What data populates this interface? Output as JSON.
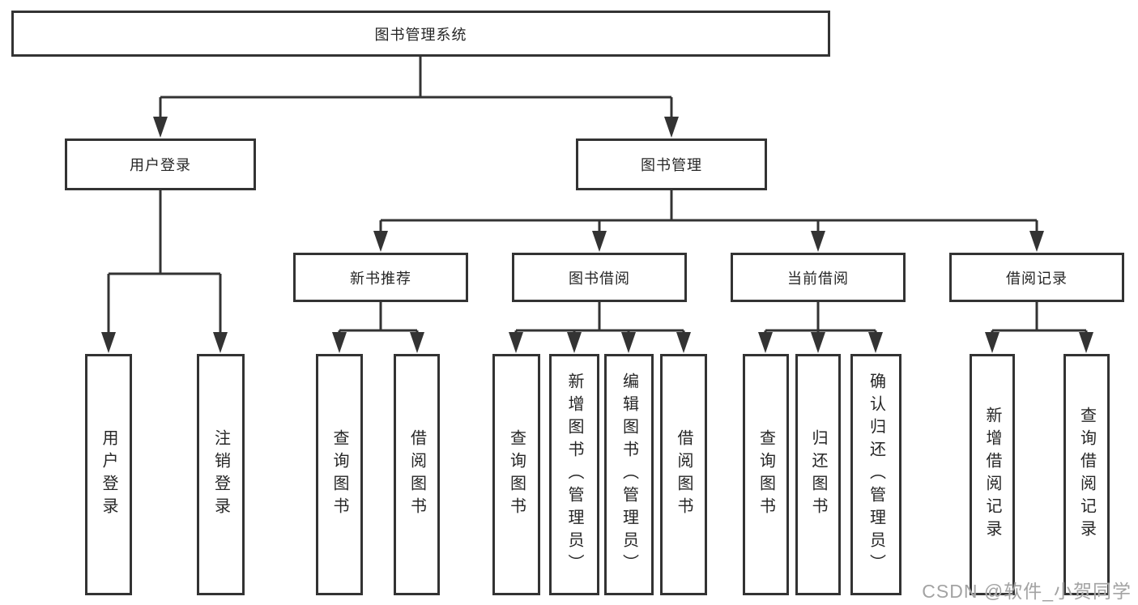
{
  "diagram": {
    "root": {
      "label": "图书管理系统"
    },
    "user_login": {
      "label": "用户登录",
      "children": [
        {
          "label": "用户登录"
        },
        {
          "label": "注销登录"
        }
      ]
    },
    "book_mgmt": {
      "label": "图书管理"
    },
    "new_book": {
      "label": "新书推荐",
      "children": [
        {
          "label": "查询图书"
        },
        {
          "label": "借阅图书"
        }
      ]
    },
    "borrow": {
      "label": "图书借阅",
      "children": [
        {
          "label": "查询图书"
        },
        {
          "label": "新增图书（管理员）"
        },
        {
          "label": "编辑图书（管理员）"
        },
        {
          "label": "借阅图书"
        }
      ]
    },
    "current": {
      "label": "当前借阅",
      "children": [
        {
          "label": "查询图书"
        },
        {
          "label": "归还图书"
        },
        {
          "label": "确认归还（管理员）"
        }
      ]
    },
    "records": {
      "label": "借阅记录",
      "children": [
        {
          "label": "新增借阅记录"
        },
        {
          "label": "查询借阅记录"
        }
      ]
    }
  },
  "watermark": {
    "text": "CSDN @软件_小贺同学"
  },
  "colors": {
    "line": "#333333",
    "text": "#262626",
    "box_fill": "#ffffff",
    "watermark": "#a3a3a3",
    "background": "#ffffff"
  }
}
